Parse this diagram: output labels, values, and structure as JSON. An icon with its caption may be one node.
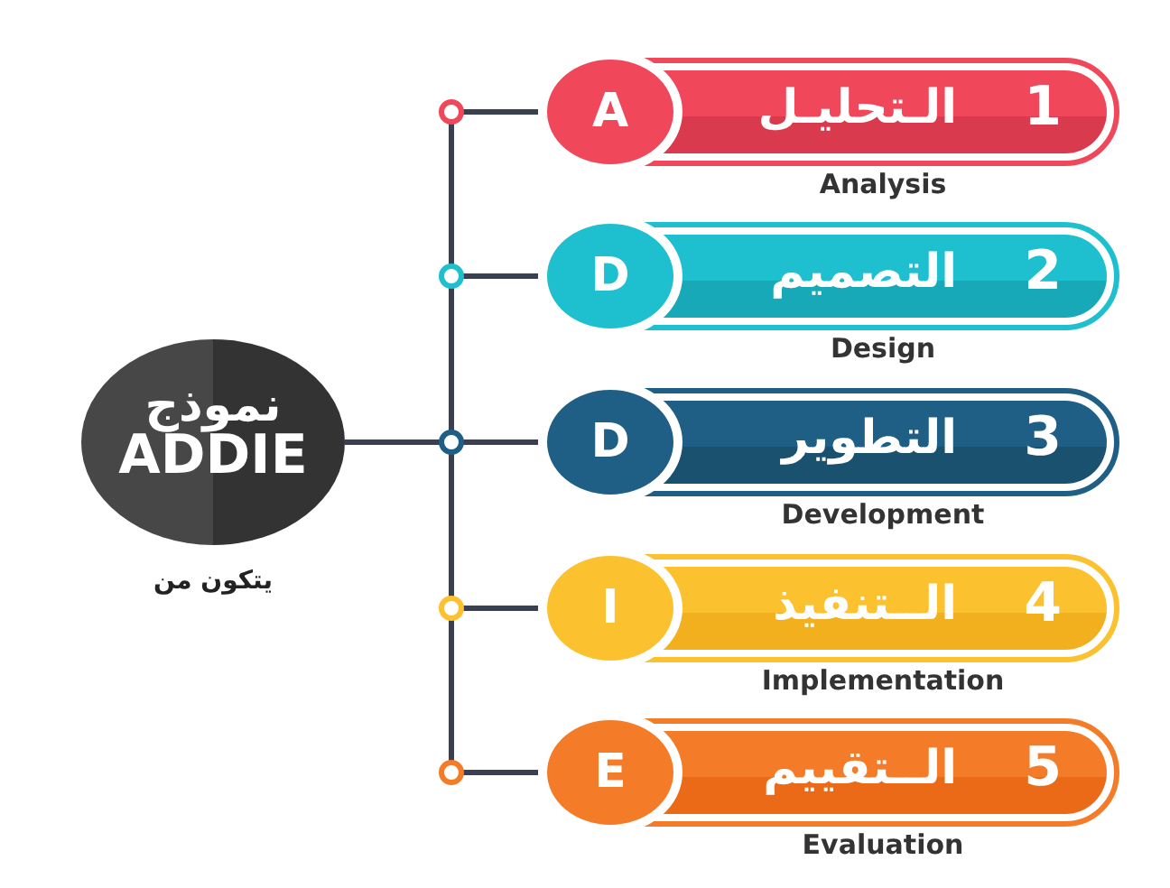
{
  "diagram": {
    "nodes": [
      {
        "text": [
          "نموذج",
          "ADDIE"
        ],
        "beside": [
          "يتكون من"
        ]
      },
      {
        "text": [
          "1",
          "الـتحليـل",
          "A"
        ],
        "beside": [
          "Analysis"
        ]
      },
      {
        "text": [
          "2",
          "التصميم",
          "D"
        ],
        "beside": [
          "Design"
        ]
      },
      {
        "text": [
          "3",
          "التطوير",
          "D"
        ],
        "beside": [
          "Development"
        ]
      },
      {
        "text": [
          "4",
          "الــتنفيذ",
          "I"
        ],
        "beside": [
          "Implementation"
        ]
      },
      {
        "text": [
          "5",
          "الــتقييم",
          "E"
        ],
        "beside": [
          "Evaluation"
        ]
      }
    ],
    "edges": [
      {
        "from": 0,
        "to": 1,
        "arrow": "none"
      },
      {
        "from": 0,
        "to": 2,
        "arrow": "none"
      },
      {
        "from": 0,
        "to": 3,
        "arrow": "none"
      },
      {
        "from": 0,
        "to": 4,
        "arrow": "none"
      },
      {
        "from": 0,
        "to": 5,
        "arrow": "none"
      }
    ]
  }
}
